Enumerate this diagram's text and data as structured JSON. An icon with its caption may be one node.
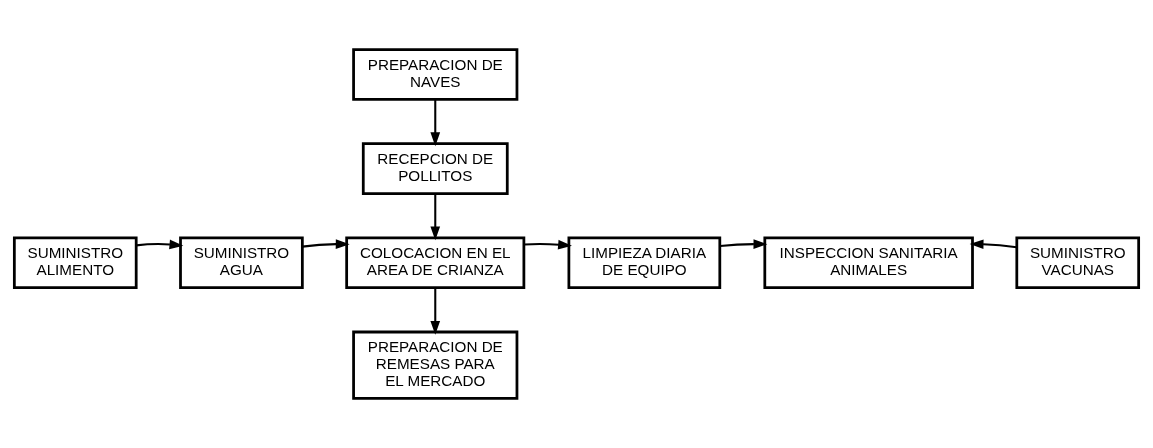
{
  "diagram": {
    "nodes": [
      {
        "text": [
          "PREPARACION DE NAVES"
        ]
      },
      {
        "text": [
          "RECEPCION DE POLLITOS"
        ]
      },
      {
        "text": [
          "SUMINISTRO ALIMENTO"
        ]
      },
      {
        "text": [
          "SUMINISTRO AGUA"
        ]
      },
      {
        "text": [
          "COLOCACION EN EL AREA DE CRIANZA"
        ]
      },
      {
        "text": [
          "LIMPIEZA DIARIA DE EQUIPO"
        ]
      },
      {
        "text": [
          "INSPECCION SANITARIA ANIMALES"
        ]
      },
      {
        "text": [
          "SUMINISTRO VACUNAS"
        ]
      },
      {
        "text": [
          "PREPARACION DE REMESAS PARA EL MERCADO"
        ]
      }
    ],
    "edges": [
      {
        "from": 0,
        "to": 1,
        "arrow": "to"
      },
      {
        "from": 1,
        "to": 4,
        "arrow": "to"
      },
      {
        "from": 2,
        "to": 3,
        "arrow": "to"
      },
      {
        "from": 3,
        "to": 4,
        "arrow": "to"
      },
      {
        "from": 4,
        "to": 5,
        "arrow": "to"
      },
      {
        "from": 5,
        "to": 6,
        "arrow": "to"
      },
      {
        "from": 7,
        "to": 6,
        "arrow": "to"
      },
      {
        "from": 4,
        "to": 8,
        "arrow": "to"
      }
    ]
  }
}
